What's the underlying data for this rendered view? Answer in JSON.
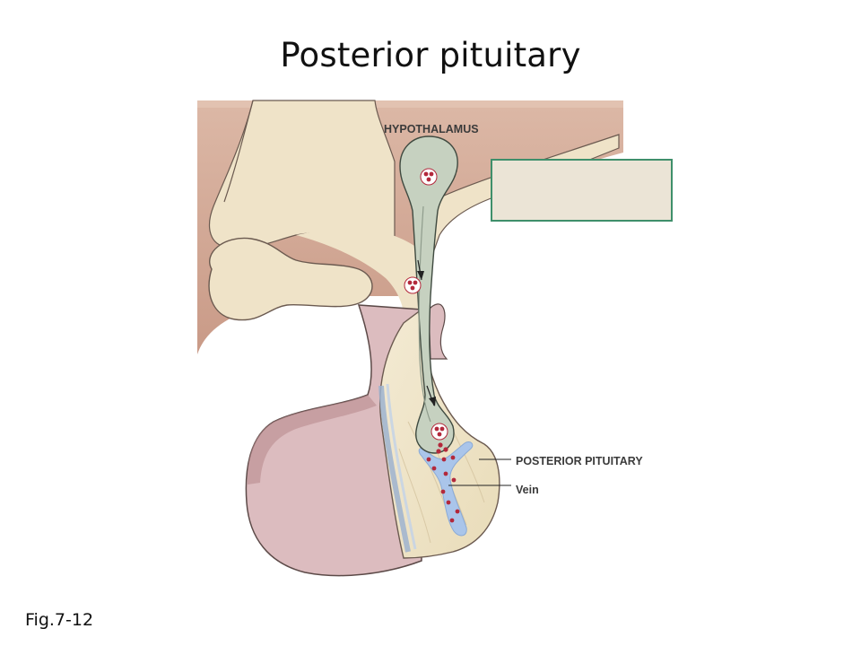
{
  "title": "Posterior pituitary",
  "figure_caption": "Fig.7-12",
  "labels": {
    "hypothalamus": "HYPOTHALAMUS",
    "posterior_pituitary": "POSTERIOR PITUITARY",
    "vein": "Vein"
  },
  "colors": {
    "tissue_beige": "#f0e6cc",
    "brain_background": "#d9b5a5",
    "anterior_lobe": "#d9b8bd",
    "neuron": "#c7d2c2",
    "vein": "#a9c4e8",
    "hormone_dots": "#b3283b",
    "label_box_border": "#3f8f6b",
    "label_box_fill": "#ebe4d6"
  }
}
